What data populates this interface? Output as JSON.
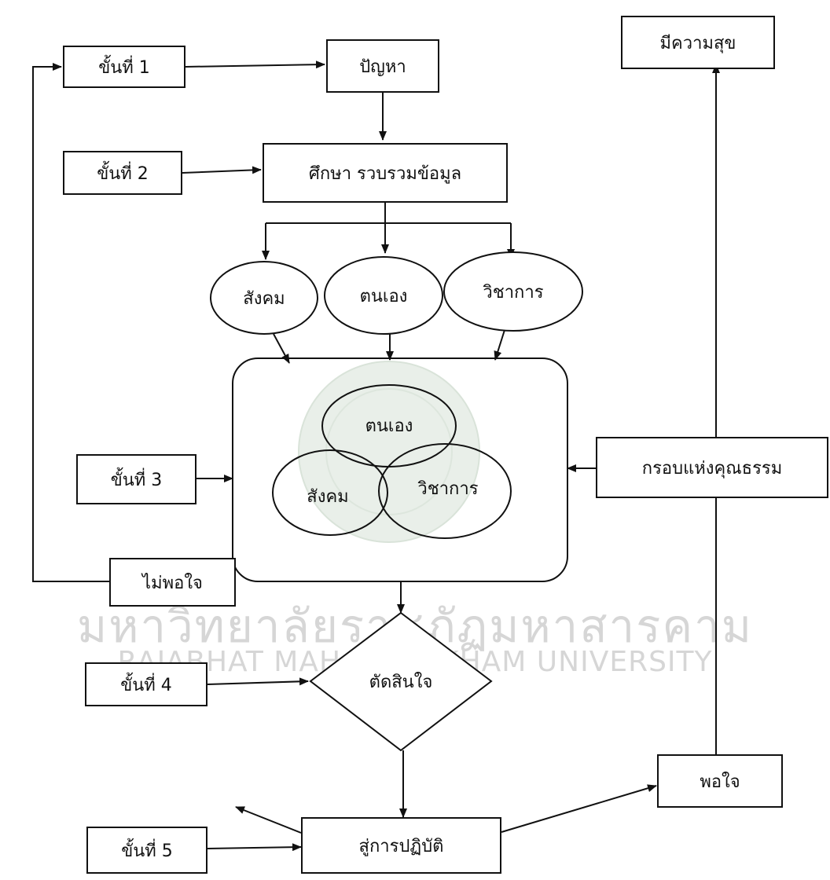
{
  "steps": {
    "step1": "ขั้นที่  1",
    "step2": "ขั้นที่  2",
    "step3": "ขั้นที่  3",
    "step4": "ขั้นที่  4",
    "step5": "ขั้นที่  5"
  },
  "nodes": {
    "problem": "ปัญหา",
    "study": "ศึกษา  รวบรวมข้อมูล",
    "society": "สังคม",
    "self": "ตนเอง",
    "academic": "วิชาการ",
    "venn_self": "ตนเอง",
    "venn_society": "สังคม",
    "venn_academic": "วิชาการ",
    "decide": "ตัดสินใจ",
    "practice": "สู่การปฏิบัติ",
    "satisfied": "พอใจ",
    "unsatisfied": "ไม่พอใจ",
    "happy": "มีความสุข",
    "virtue": "กรอบแห่งคุณธรรม"
  },
  "watermark": {
    "thai": "มหาวิทยาลัยราชภัฏมหาสารคาม",
    "english": "RAJABHAT MAHASARAKHAM UNIVERSITY"
  }
}
